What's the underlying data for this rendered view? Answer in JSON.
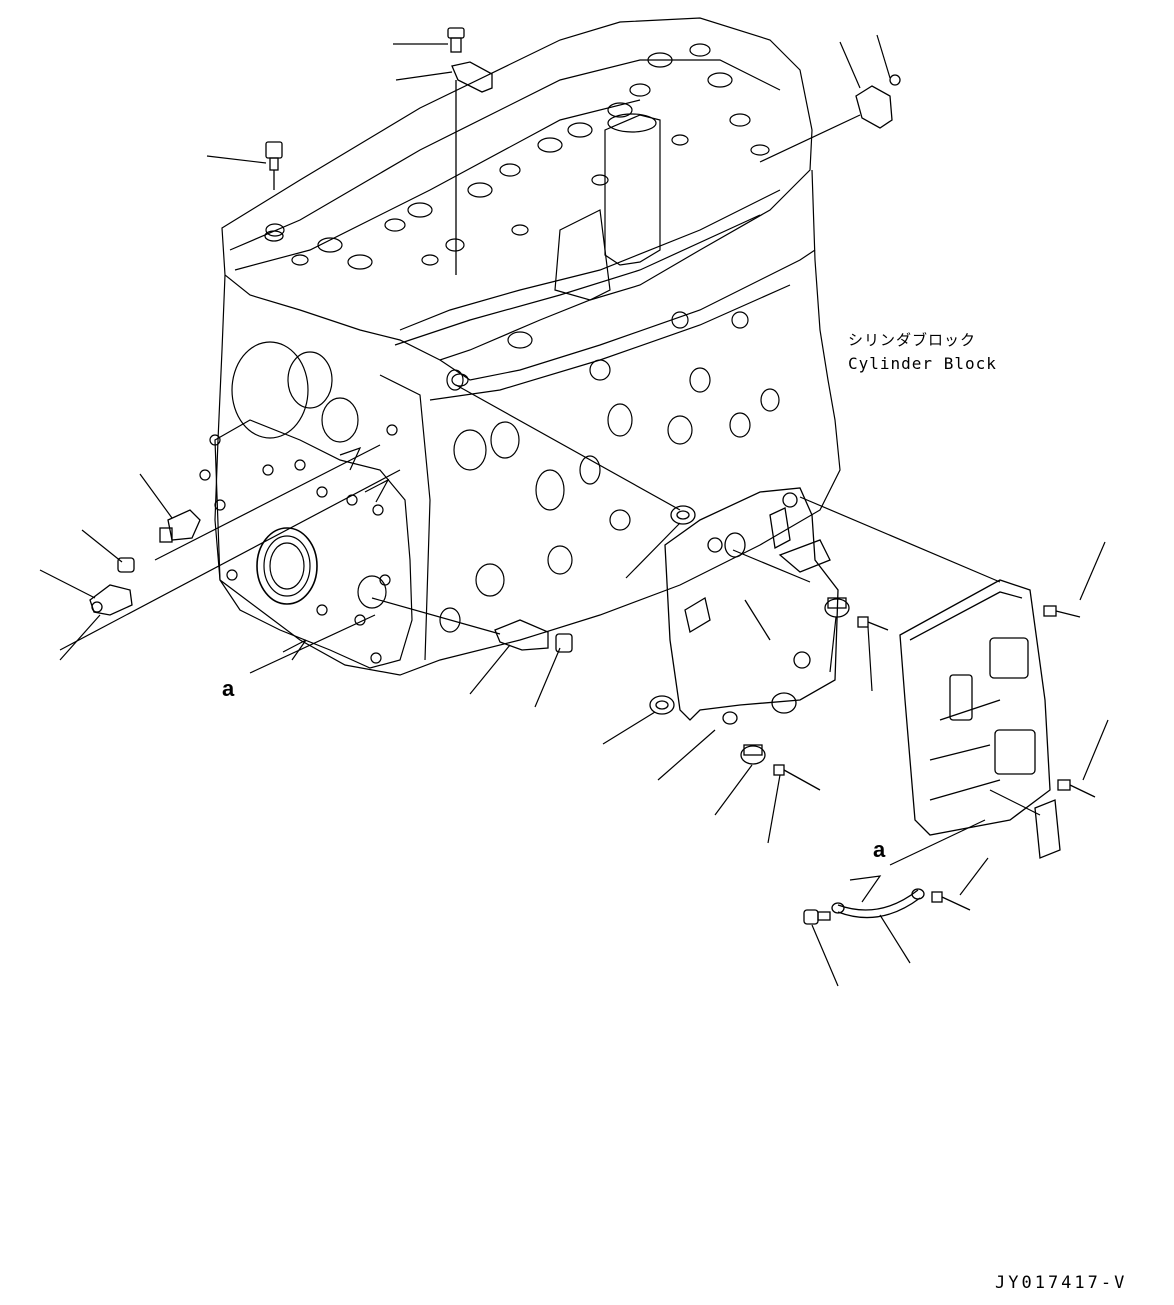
{
  "cylinder_block": {
    "label_jp": "シリンダブロック",
    "label_en": "Cylinder Block"
  },
  "view_markers": {
    "left": "a",
    "right": "a"
  },
  "drawing_number": "JY017417-V"
}
